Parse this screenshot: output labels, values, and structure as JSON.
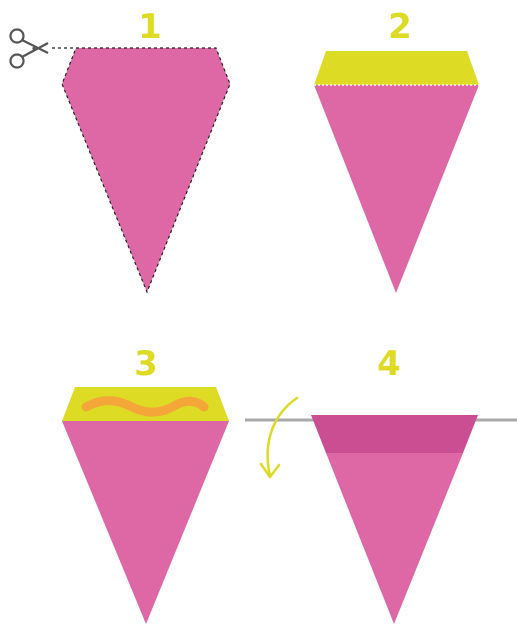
{
  "steps": [
    {
      "number": "1"
    },
    {
      "number": "2"
    },
    {
      "number": "3"
    },
    {
      "number": "4"
    }
  ],
  "colors": {
    "pennant": "#dd68a5",
    "pennant_fold": "#cc4e92",
    "fold_flap": "#dedb25",
    "glue": "#f5a638",
    "step_number": "#dedb25",
    "arrow": "#dedb25",
    "string": "#a9a9a9",
    "cut_line": "#222222",
    "scissors": "#555555"
  },
  "icons": [
    "scissors-icon",
    "curved-arrow-icon"
  ]
}
